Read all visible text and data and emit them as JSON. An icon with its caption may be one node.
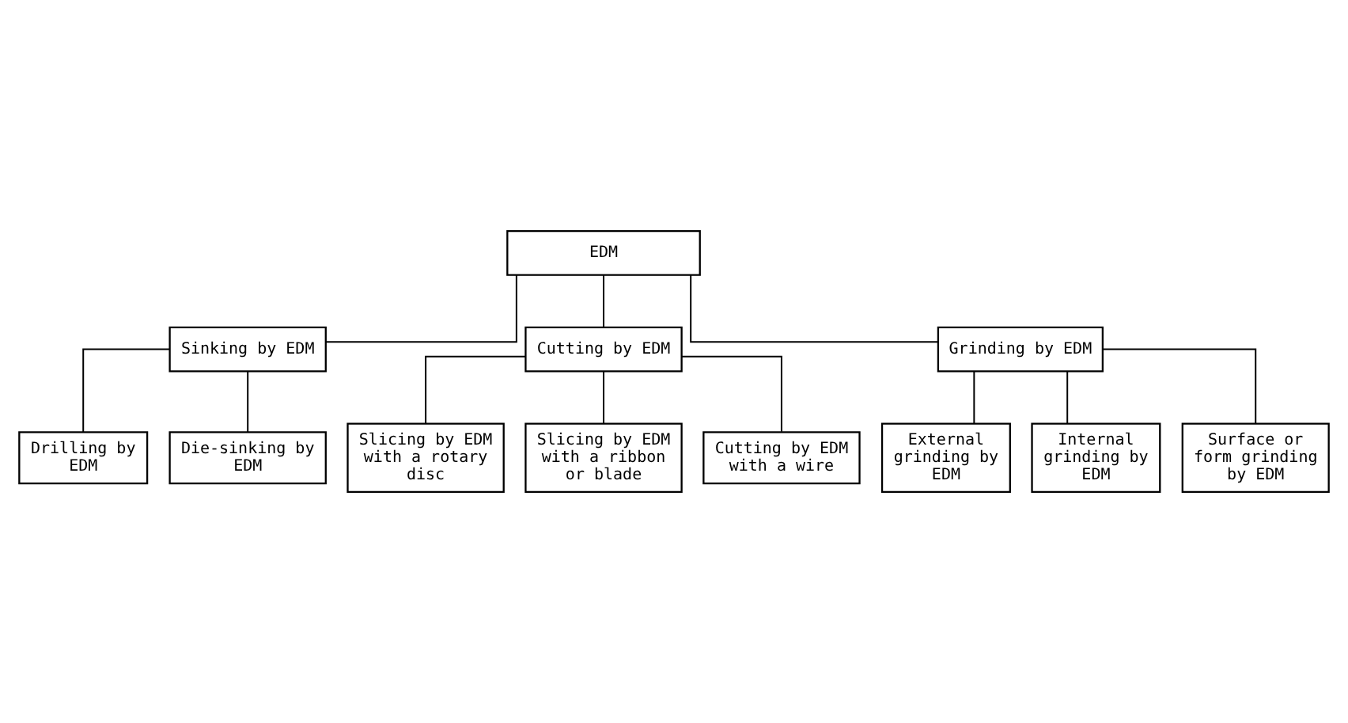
{
  "diagram": {
    "nodes": [
      {
        "text": [
          "EDM"
        ]
      },
      {
        "text": [
          "Sinking by EDM"
        ]
      },
      {
        "text": [
          "Cutting by EDM"
        ]
      },
      {
        "text": [
          "Grinding by EDM"
        ]
      },
      {
        "text": [
          "Drilling by EDM"
        ]
      },
      {
        "text": [
          "Die-sinking by EDM"
        ]
      },
      {
        "text": [
          "Slicing by EDM with a rotary disc"
        ]
      },
      {
        "text": [
          "Slicing by EDM with a ribbon or blade"
        ]
      },
      {
        "text": [
          "Cutting by EDM with a wire"
        ]
      },
      {
        "text": [
          "External grinding by EDM"
        ]
      },
      {
        "text": [
          "Internal grinding by EDM"
        ]
      },
      {
        "text": [
          "Surface or form grinding by EDM"
        ]
      }
    ],
    "edges": [
      {
        "from": 0,
        "to": 1,
        "arrow": "none"
      },
      {
        "from": 0,
        "to": 2,
        "arrow": "none"
      },
      {
        "from": 0,
        "to": 3,
        "arrow": "none"
      },
      {
        "from": 1,
        "to": 4,
        "arrow": "none"
      },
      {
        "from": 1,
        "to": 5,
        "arrow": "none"
      },
      {
        "from": 2,
        "to": 6,
        "arrow": "none"
      },
      {
        "from": 2,
        "to": 7,
        "arrow": "none"
      },
      {
        "from": 2,
        "to": 8,
        "arrow": "none"
      },
      {
        "from": 3,
        "to": 9,
        "arrow": "none"
      },
      {
        "from": 3,
        "to": 10,
        "arrow": "none"
      },
      {
        "from": 3,
        "to": 11,
        "arrow": "none"
      }
    ]
  }
}
